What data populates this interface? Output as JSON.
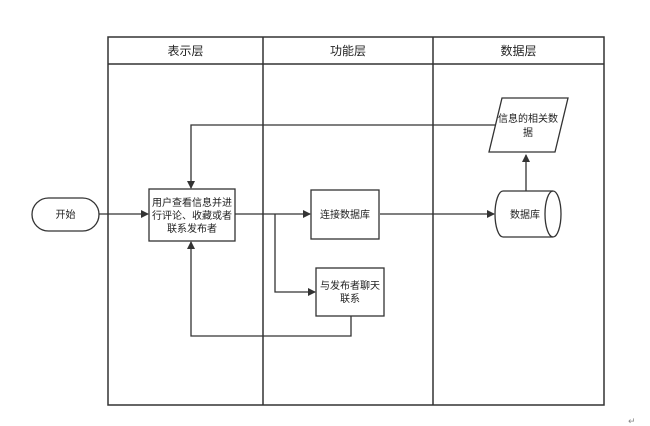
{
  "lanes": {
    "presentation": "表示层",
    "function": "功能层",
    "data": "数据层"
  },
  "nodes": {
    "start": "开始",
    "user_action_line1": "用户查看信息并进",
    "user_action_line2": "行评论、收藏或者",
    "user_action_line3": "联系发布者",
    "connect_db": "连接数据库",
    "contact_line1": "与发布者聊天",
    "contact_line2": "联系",
    "database": "数据库",
    "related_data_line1": "信息的相关数",
    "related_data_line2": "据"
  },
  "footer_mark": "↵"
}
